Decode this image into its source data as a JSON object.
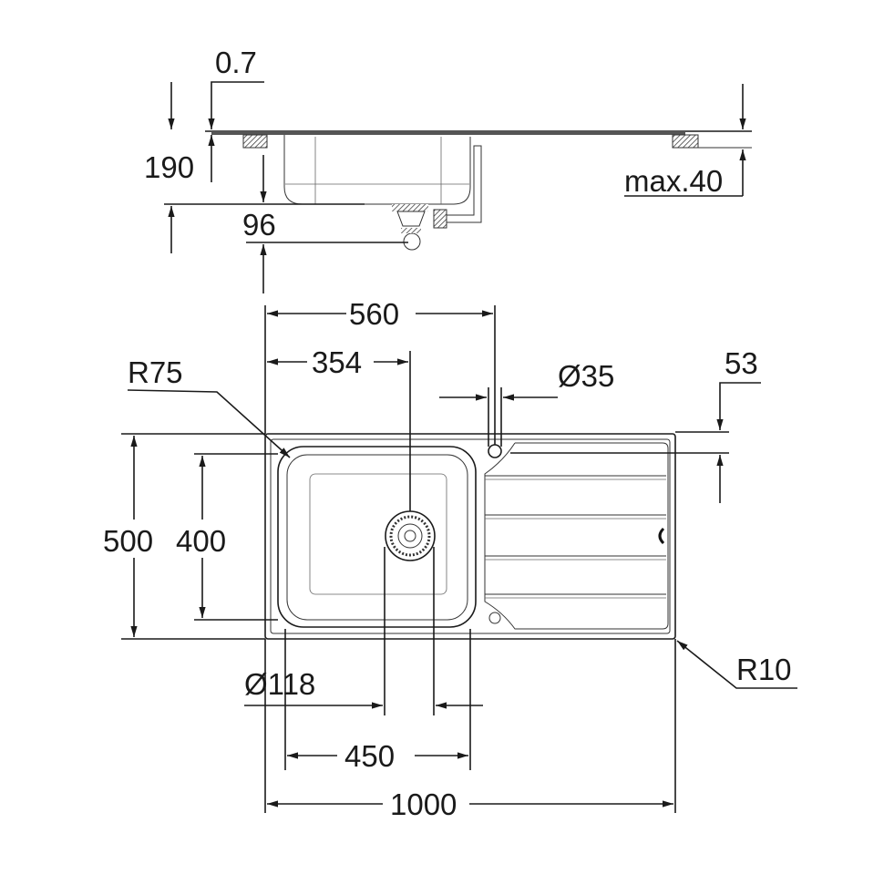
{
  "drawing": {
    "side_view": {
      "thickness": "0.7",
      "height": "190",
      "drain_depth": "96",
      "countertop": "max.40"
    },
    "top_view": {
      "tap_offset": "560",
      "drain_offset": "354",
      "tap_hole_diameter": "Ø35",
      "tap_hole_edge": "53",
      "bowl_radius": "R75",
      "overall_depth": "500",
      "bowl_depth": "400",
      "corner_radius": "R10",
      "drain_diameter": "Ø118",
      "bowl_width": "450",
      "overall_width": "1000"
    }
  }
}
